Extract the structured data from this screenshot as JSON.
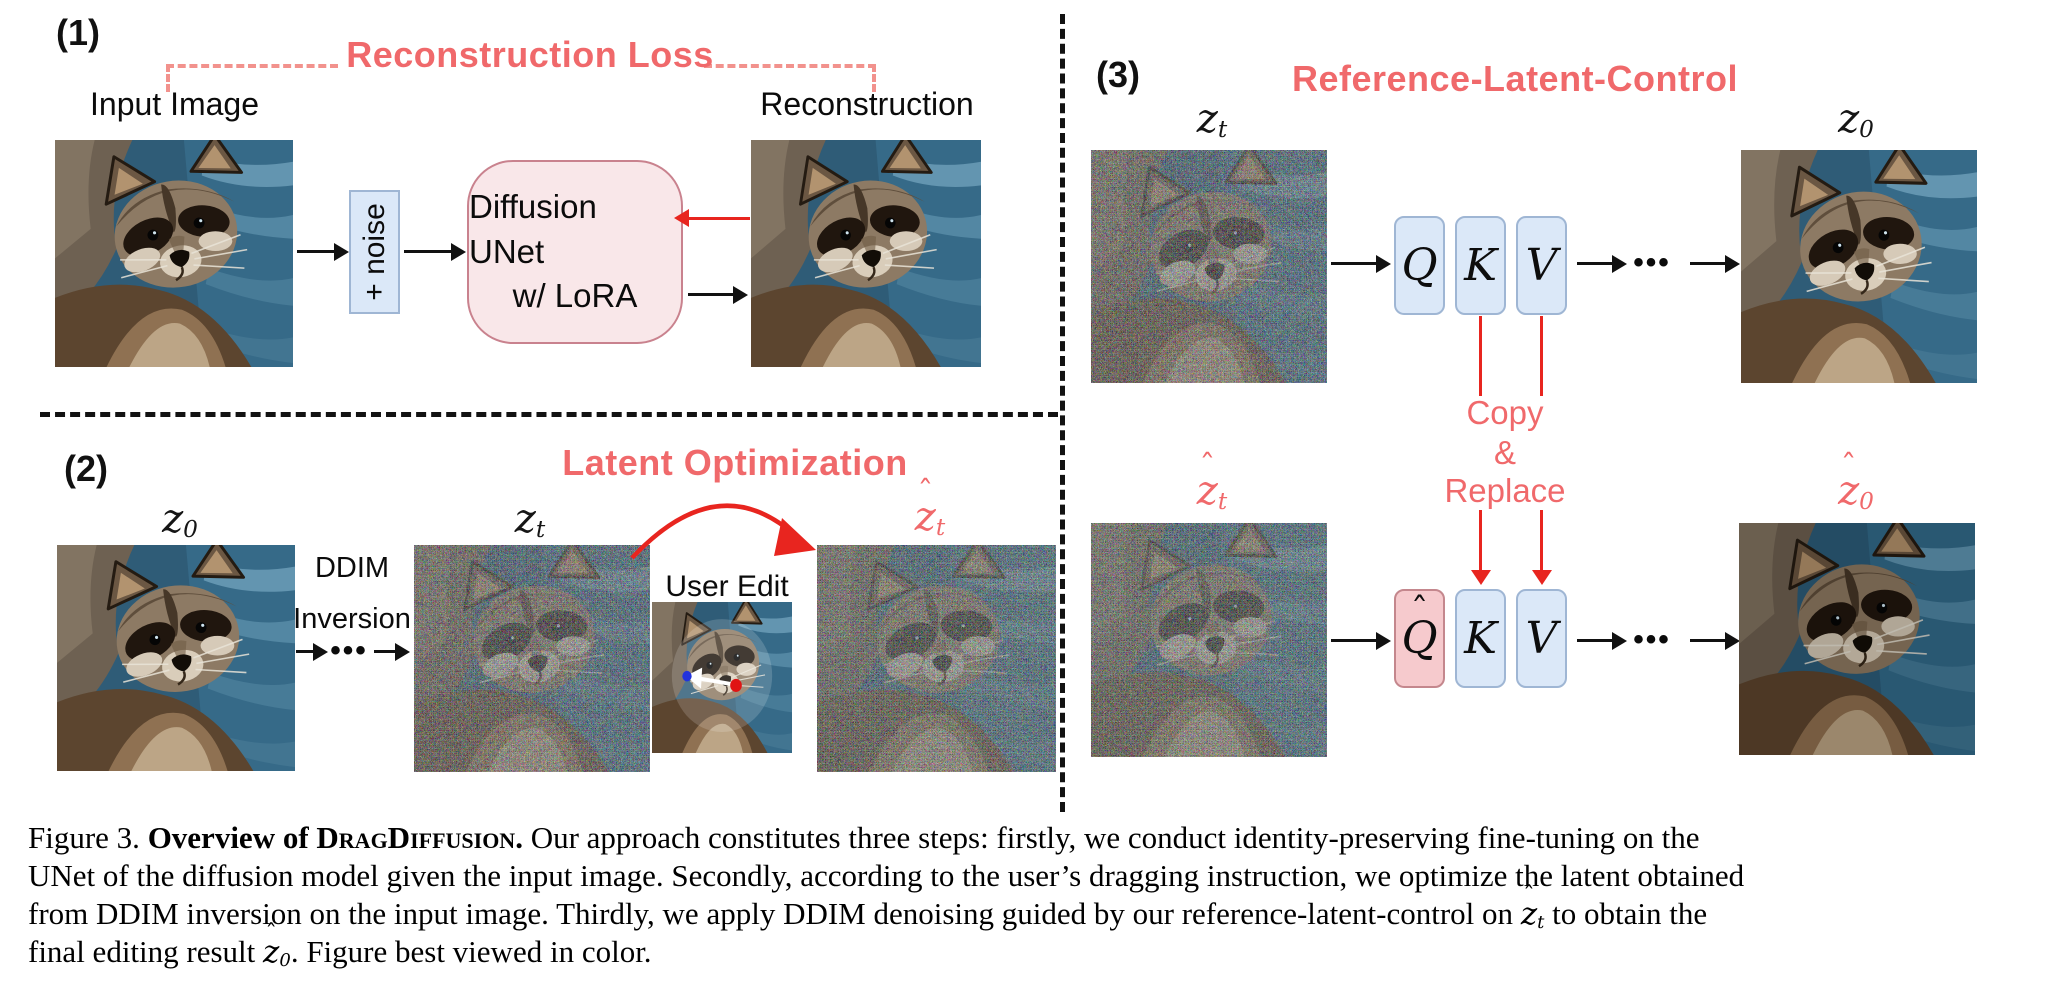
{
  "figure": {
    "colors": {
      "salmon": "#F0696B",
      "dash_salmon": "#F2928D",
      "red": "#E8251F",
      "blue_fill": "#DBE8F8",
      "blue_border": "#9FB6D4",
      "unet_fill": "#F9E7E9",
      "unet_border": "#C9828E",
      "qhat_fill": "#F6CACD",
      "qhat_border": "#C4878D",
      "ink": "#111111"
    },
    "panel1": {
      "number": "(1)",
      "title": "Reconstruction Loss",
      "input_label": "Input Image",
      "recon_label": "Reconstruction",
      "noise_label": "+ noise",
      "unet_line1": "Diffusion UNet",
      "unet_line2": "w/ LoRA"
    },
    "panel2": {
      "number": "(2)",
      "title": "Latent Optimization",
      "ddim_line1": "DDIM",
      "ddim_line2": "Inversion",
      "user_edit_label": "User Edit",
      "dots": "•••",
      "z0": {
        "hat": "",
        "base": "z",
        "sub": "0"
      },
      "zt": {
        "hat": "",
        "base": "z",
        "sub": "t"
      },
      "zt_hat": {
        "hat": "ˆ",
        "base": "z",
        "sub": "t"
      }
    },
    "panel3": {
      "number": "(3)",
      "title": "Reference-Latent-Control",
      "copy": "Copy",
      "amp": "&",
      "replace": "Replace",
      "dots": "•••",
      "zt": {
        "hat": "",
        "base": "z",
        "sub": "t"
      },
      "z0": {
        "hat": "",
        "base": "z",
        "sub": "0"
      },
      "zt_hat": {
        "hat": "ˆ",
        "base": "z",
        "sub": "t"
      },
      "z0_hat": {
        "hat": "ˆ",
        "base": "z",
        "sub": "0"
      },
      "q": {
        "hat": "",
        "base": "Q",
        "sub": ""
      },
      "k": {
        "hat": "",
        "base": "K",
        "sub": ""
      },
      "v": {
        "hat": "",
        "base": "V",
        "sub": ""
      },
      "q_hat": {
        "hat": "ˆ",
        "base": "Q",
        "sub": ""
      }
    }
  },
  "caption": {
    "line1": {
      "pre": "Figure 3. ",
      "bold1": "Overview of ",
      "smallcaps": "DragDiffusion",
      "bold2": ". ",
      "rest": "Our approach constitutes three steps: firstly, we conduct identity-preserving fine-tuning on the"
    },
    "line2": "UNet of the diffusion model given the input image. Secondly, according to the user’s dragging instruction, we optimize the latent obtained",
    "line3": {
      "pre": "from DDIM inversion on the input image. Thirdly, we apply DDIM denoising guided by our reference-latent-control on ",
      "math": {
        "hat": "ˆ",
        "base": "z",
        "sub": "t"
      },
      "post": " to obtain the"
    },
    "line4": {
      "pre": "final editing result ",
      "math": {
        "hat": "ˆ",
        "base": "z",
        "sub": "0"
      },
      "post": ". Figure best viewed in color."
    }
  }
}
